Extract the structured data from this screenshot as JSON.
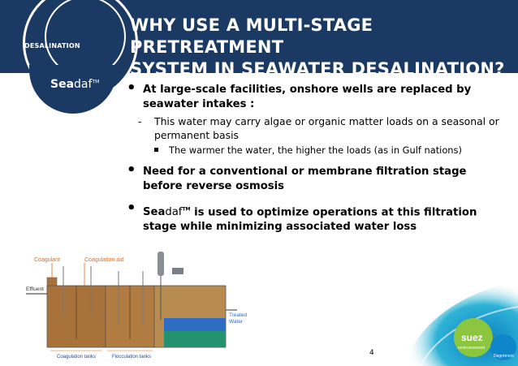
{
  "header": {
    "title_line1": "WHY USE A MULTI-STAGE PRETREATMENT",
    "title_line2": "SYSTEM IN SEAWATER DESALINATION?",
    "badge": "DESALINATION",
    "logo_bold": "Sea",
    "logo_rest": "daf",
    "logo_tm": "TM"
  },
  "bullets": {
    "b1": "At large-scale facilities, onshore wells are replaced by seawater intakes :",
    "b1_sub": "This water may carry algae or organic matter loads on a seasonal or permanent basis",
    "b1_subsub": "The warmer the water, the higher the loads (as in Gulf nations)",
    "b2": "Need for a conventional or membrane filtration stage before reverse osmosis",
    "b3_bold": "Sea",
    "b3_rest": "daf",
    "b3_tm": "TM",
    "b3_text": " is used to optimize operations at this filtration stage while minimizing associated water loss"
  },
  "diagram": {
    "coagulant": "Coagulant",
    "coagulation_aid": "Coagulation aid",
    "effluent": "Effluent",
    "treated_water_1": "Treated",
    "treated_water_2": "Water",
    "coagulation_tanks": "Coagulation tanks",
    "flocculation_tanks": "Flocculation tanks"
  },
  "footer": {
    "page_number": "4",
    "brand": "suez",
    "brand_sub": "environnement",
    "degremont": "Degrémont"
  },
  "colors": {
    "navy": "#1b3a63",
    "label_orange": "#e06a1f",
    "sludge": "#a8733a",
    "water_blue": "#2e6cc4"
  }
}
